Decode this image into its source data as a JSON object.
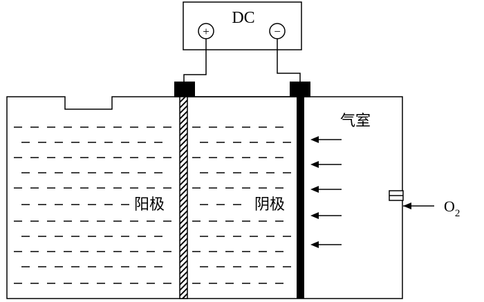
{
  "power_supply": {
    "label": "DC",
    "positive_symbol": "+",
    "negative_symbol": "−"
  },
  "labels": {
    "anode": "阳极",
    "cathode": "阴极",
    "gas_chamber": "气室",
    "oxygen_base": "O",
    "oxygen_subscript": "2"
  },
  "electrodes": {
    "anode_style": "hatched",
    "cathode_style": "solid-black"
  },
  "colors": {
    "stroke": "#000000",
    "background": "#ffffff"
  }
}
